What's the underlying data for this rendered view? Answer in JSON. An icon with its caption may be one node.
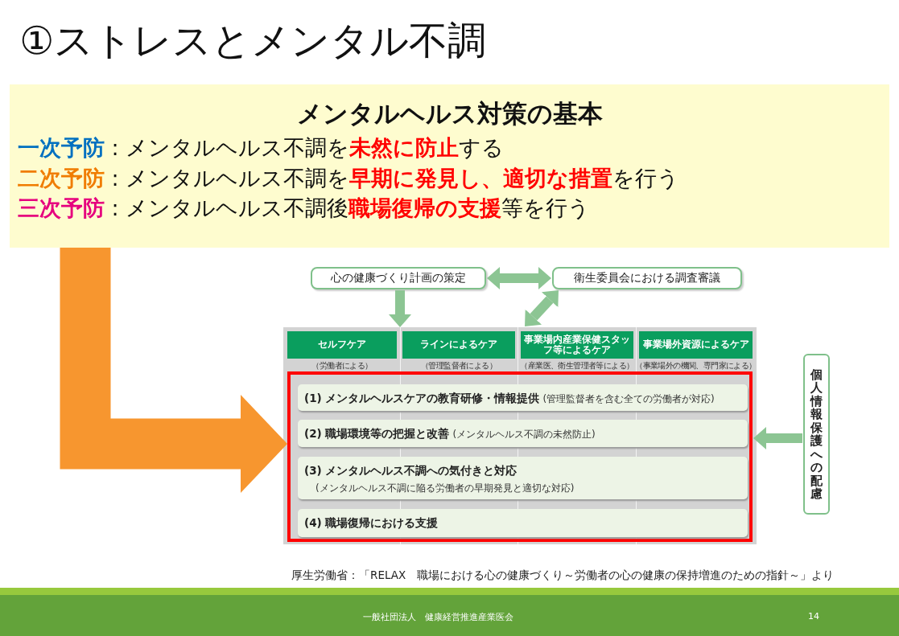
{
  "diagram": {
    "title": "①ストレスとメンタル不調",
    "nodes": [
      {
        "text": [
          "メンタルヘルス対策の基本",
          "**一次予防** : メンタルヘルス不調を**未然に防止**する",
          "**二次予防** : メンタルヘルス不調を**早期に発見し、適切な措置**を行う",
          "**三次予防** : メンタルヘルス不調後**職場復帰の支援**等を行う"
        ]
      },
      {
        "text": [
          "心の健康づくり計画の策定"
        ]
      },
      {
        "text": [
          "衛生委員会における調査審議"
        ]
      },
      {
        "text": [],
        "shape": "box"
      },
      {
        "text": [
          "セルフケア"
        ],
        "in": 3,
        "beside": [
          "（労働者による）"
        ]
      },
      {
        "text": [
          "ラインによるケア"
        ],
        "in": 3,
        "beside": [
          "（管理監督者による）"
        ]
      },
      {
        "text": [
          "事業場内産業保健スタッフ等によるケア"
        ],
        "in": 3,
        "beside": [
          "（産業医、衛生管理者等による）"
        ]
      },
      {
        "text": [
          "事業場外資源によるケア"
        ],
        "in": 3,
        "beside": [
          "（事業場外の機関、専門家による）"
        ]
      },
      {
        "text": [],
        "shape": "box",
        "in": 3
      },
      {
        "text": [
          "(1) メンタルヘルスケアの教育研修・情報提供",
          "(管理監督者を含む全ての労働者が対応)"
        ],
        "in": 8
      },
      {
        "text": [
          "(2) 職場環境等の把握と改善",
          "(メンタルヘルス不調の未然防止)"
        ],
        "in": 8
      },
      {
        "text": [
          "(3) メンタルヘルス不調への気付きと対応",
          "(メンタルヘルス不調に陥る労働者の早期発見と適切な対応)"
        ],
        "in": 8
      },
      {
        "text": [
          "(4) 職場復帰における支援"
        ],
        "in": 8
      },
      {
        "text": [
          "個人情報保護への配慮"
        ]
      }
    ],
    "edges": [
      {
        "from": 0,
        "to": 8,
        "arrow": "to",
        "style": "thick",
        "color": "#f7962f"
      },
      {
        "from": 1,
        "to": 3,
        "arrow": "to"
      },
      {
        "from": 1,
        "to": 2,
        "arrow": "both"
      },
      {
        "from": 3,
        "to": 2,
        "arrow": "both"
      },
      {
        "from": 13,
        "to": 8,
        "arrow": "to"
      }
    ],
    "labels": [
      "厚生労働省：「RELAX　職場における心の健康づくり～労働者の心の健康の保持増進のための指針～」より",
      "一般社団法人　健康経営推進産業医会",
      "14"
    ]
  }
}
